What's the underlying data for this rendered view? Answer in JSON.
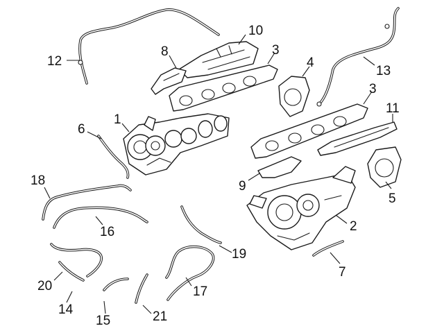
{
  "colors": {
    "line": "#1a1a1a",
    "background": "#ffffff"
  },
  "callouts": {
    "c1": "1",
    "c2": "2",
    "c3a": "3",
    "c3b": "3",
    "c4": "4",
    "c5": "5",
    "c6": "6",
    "c7": "7",
    "c8": "8",
    "c9": "9",
    "c10": "10",
    "c11": "11",
    "c12": "12",
    "c13": "13",
    "c14": "14",
    "c15": "15",
    "c16": "16",
    "c17": "17",
    "c18": "18",
    "c19": "19",
    "c20": "20",
    "c21": "21"
  }
}
